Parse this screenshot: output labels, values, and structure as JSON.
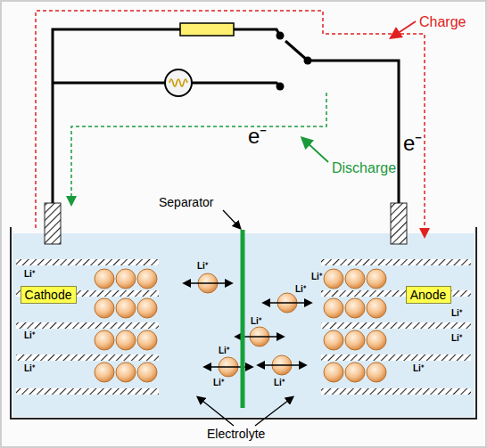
{
  "diagram": {
    "nodes": [
      {
        "text": [
          "Cathode"
        ]
      },
      {
        "text": [
          "Anode"
        ]
      }
    ],
    "labels": [
      "Charge",
      "e⁻",
      "e⁻",
      "Discharge",
      "Separator",
      "Li⁺",
      "Li⁺",
      "Li⁺",
      "Li⁺",
      "Li⁺",
      "Li⁺",
      "Li⁺",
      "Li⁺",
      "Li⁺",
      "Li⁺",
      "Li⁺",
      "Li⁺",
      "Li⁺",
      "Electrolyte"
    ]
  }
}
